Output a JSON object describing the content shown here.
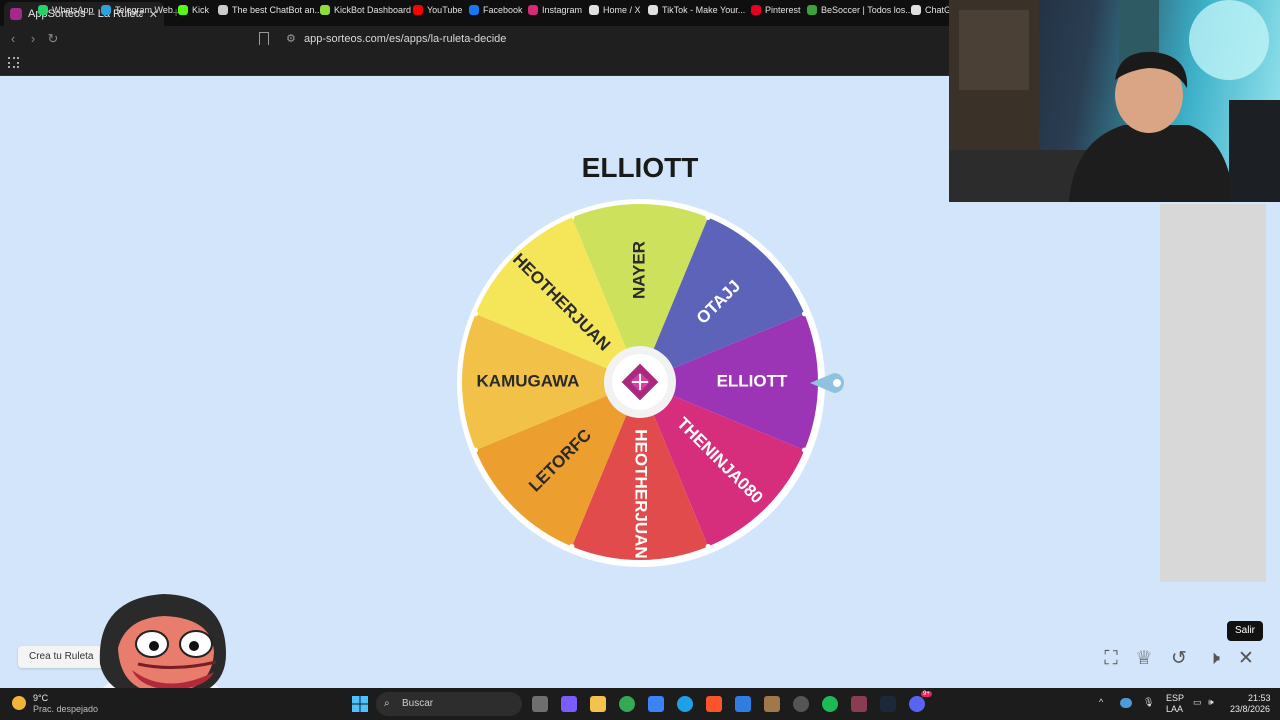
{
  "browser": {
    "tab_title": "AppSorteos – La Ruleta de la Su",
    "tab_close": "✕",
    "new_tab": "+",
    "url": "app-sorteos.com/es/apps/la-ruleta-decide",
    "bookmarks": [
      {
        "label": "WhatsApp",
        "color": "#25d366"
      },
      {
        "label": "Telegram Web",
        "color": "#2aa3df"
      },
      {
        "label": "Kick",
        "color": "#53fc18"
      },
      {
        "label": "The best ChatBot an...",
        "color": "#cccccc"
      },
      {
        "label": "KickBot Dashboard",
        "color": "#8fdc3c"
      },
      {
        "label": "YouTube",
        "color": "#ff0000"
      },
      {
        "label": "Facebook",
        "color": "#1877f2"
      },
      {
        "label": "Instagram",
        "color": "#d62976"
      },
      {
        "label": "Home / X",
        "color": "#e0e0e0"
      },
      {
        "label": "TikTok - Make Your...",
        "color": "#e0e0e0"
      },
      {
        "label": "Pinterest",
        "color": "#e60023"
      },
      {
        "label": "BeSoccer | Todos los...",
        "color": "#3aa33a"
      },
      {
        "label": "ChatGP",
        "color": "#e0e0e0"
      }
    ]
  },
  "page": {
    "winner": "ELLIOTT",
    "segments": [
      {
        "label": "NAYER",
        "color": "#cde15c",
        "text_color": "#2a2a2a"
      },
      {
        "label": "OTAJJ",
        "color": "#5c63b8",
        "text_color": "#ffffff"
      },
      {
        "label": "ELLIOTT",
        "color": "#9b35b6",
        "text_color": "#ffffff"
      },
      {
        "label": "THENINJA080",
        "color": "#d62e7c",
        "text_color": "#ffffff"
      },
      {
        "label": "HEOTHERJUAN",
        "color": "#e24b4b",
        "text_color": "#ffffff"
      },
      {
        "label": "LETORFC",
        "color": "#ec9e2e",
        "text_color": "#2a2a2a"
      },
      {
        "label": "KAMUGAWA",
        "color": "#f2c148",
        "text_color": "#2a2a2a"
      },
      {
        "label": "HEOTHERJUAN",
        "color": "#f4e658",
        "text_color": "#2a2a2a"
      }
    ],
    "create_button": "Crea tu Ruleta",
    "exit_tooltip": "Salir"
  },
  "taskbar": {
    "weather_temp": "9°C",
    "weather_desc": "Prac. despejado",
    "search_placeholder": "Buscar",
    "lang_line1": "ESP",
    "lang_line2": "LAA",
    "time": "21:53",
    "date": "23/8/2026",
    "discord_badge": "9+"
  }
}
